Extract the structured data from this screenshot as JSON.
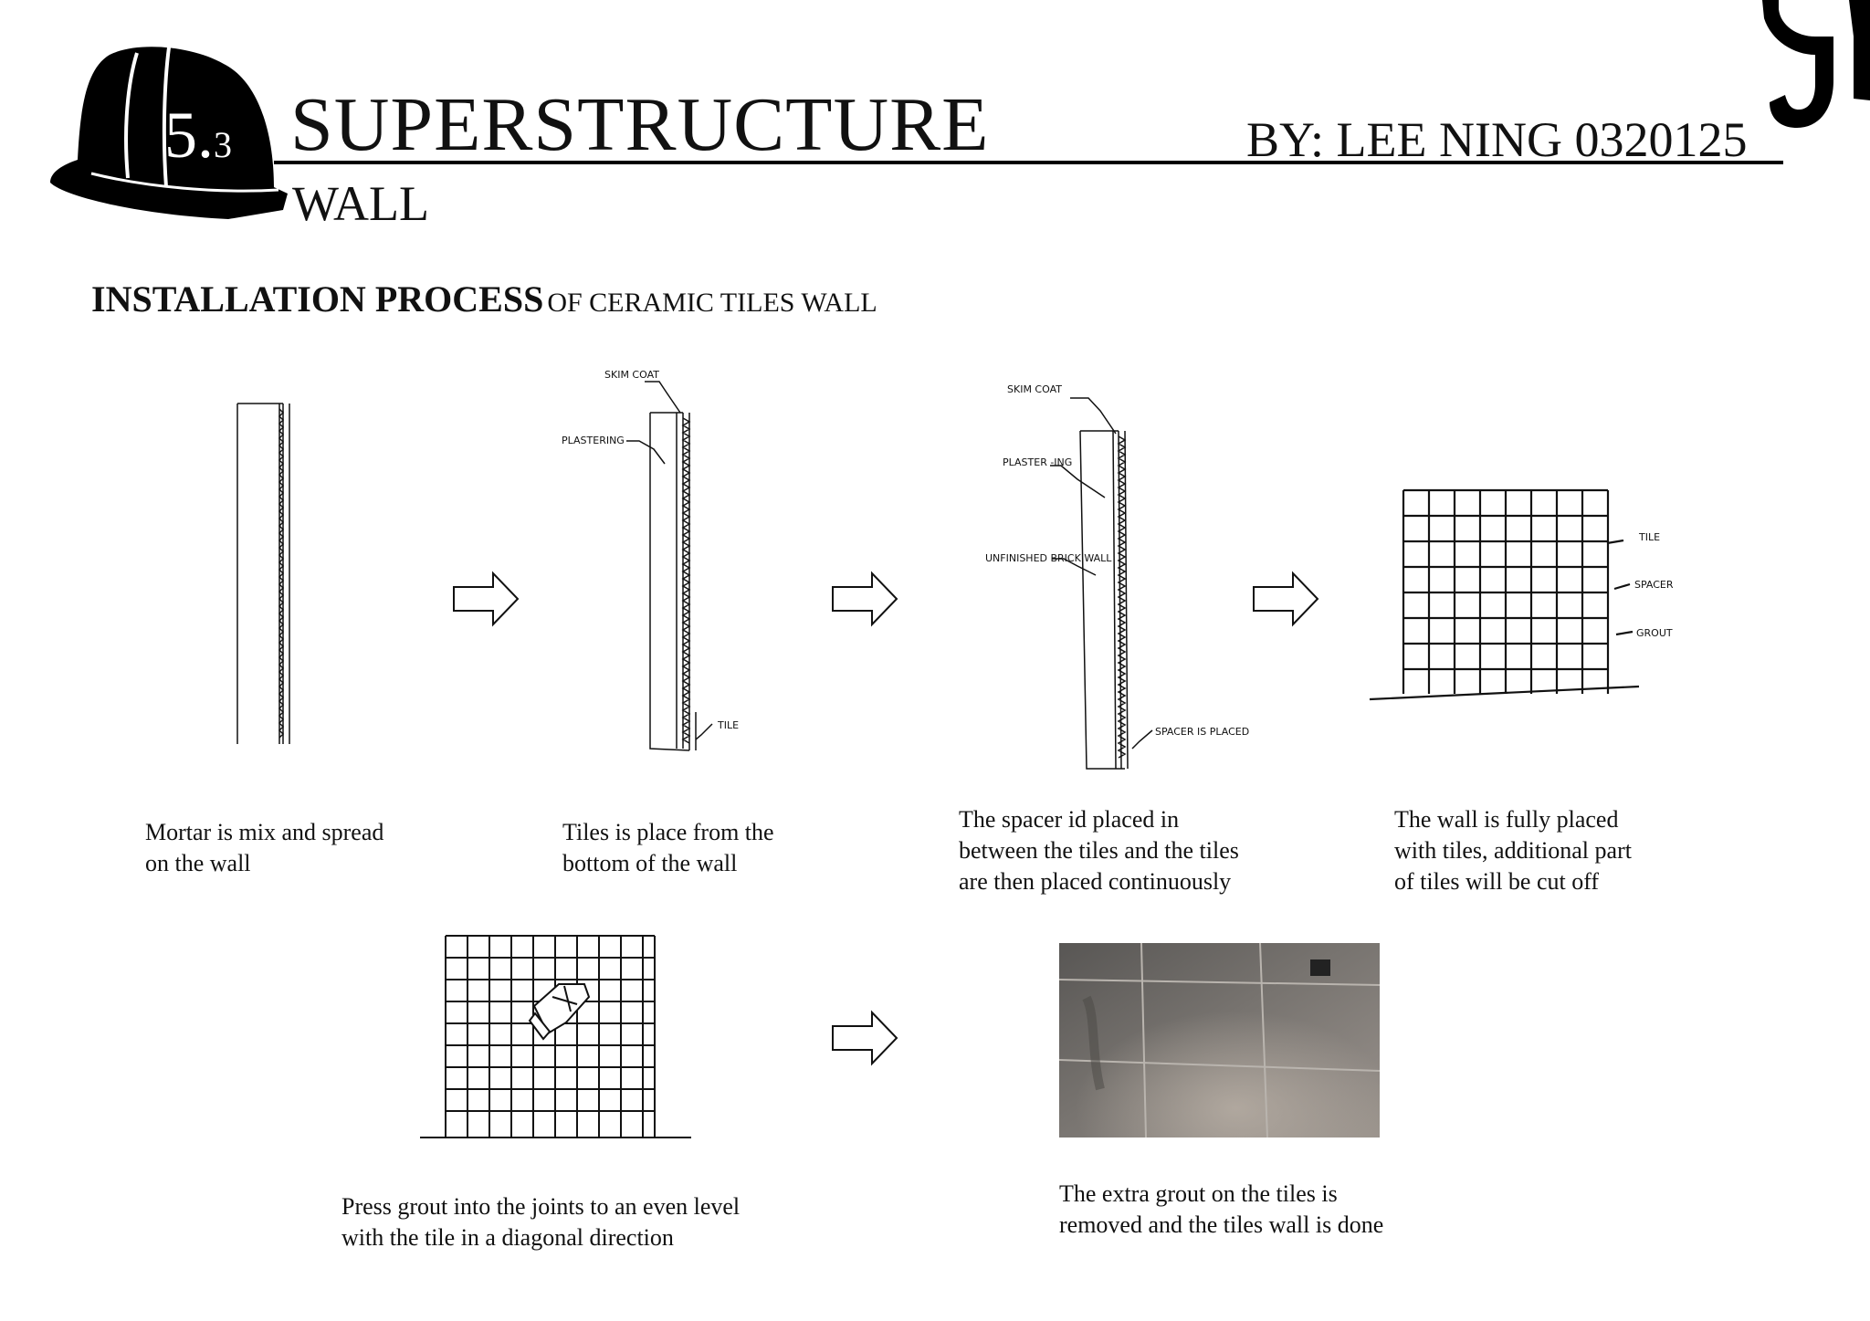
{
  "header": {
    "section_number": "5.",
    "section_sub": "3",
    "title": "SUPERSTRUCTURE",
    "subtitle": "WALL",
    "author": "BY: LEE NING 0320125"
  },
  "heading": {
    "bold": "INSTALLATION PROCESS",
    "light": "OF CERAMIC TILES WALL"
  },
  "sketch_labels": {
    "skim_coat": "SKIM COAT",
    "plastering": "PLASTERING",
    "tile": "TILE",
    "plaster_ing": "PLASTER -ING",
    "unfinished_brick_wall": "UNFINISHED BRICK WALL",
    "spacer_is_placed": "SPACER IS PLACED",
    "spacer": "SPACER",
    "grout": "GROUT"
  },
  "steps": [
    {
      "caption": "Mortar is mix and spread\non the wall"
    },
    {
      "caption": "Tiles is place from the\nbottom of the wall"
    },
    {
      "caption": "The spacer id placed in\nbetween the tiles and the tiles\nare then placed continuously"
    },
    {
      "caption": "The wall is fully placed\nwith tiles, additional part\nof tiles will be cut off"
    },
    {
      "caption": "Press grout into the joints to an even level\nwith the tile in a diagonal direction"
    },
    {
      "caption": "The extra grout on the tiles is\nremoved and the tiles wall is done"
    }
  ],
  "icons": [
    "hard-hat-icon",
    "crane-hook-icon",
    "arrow-right-icon"
  ]
}
